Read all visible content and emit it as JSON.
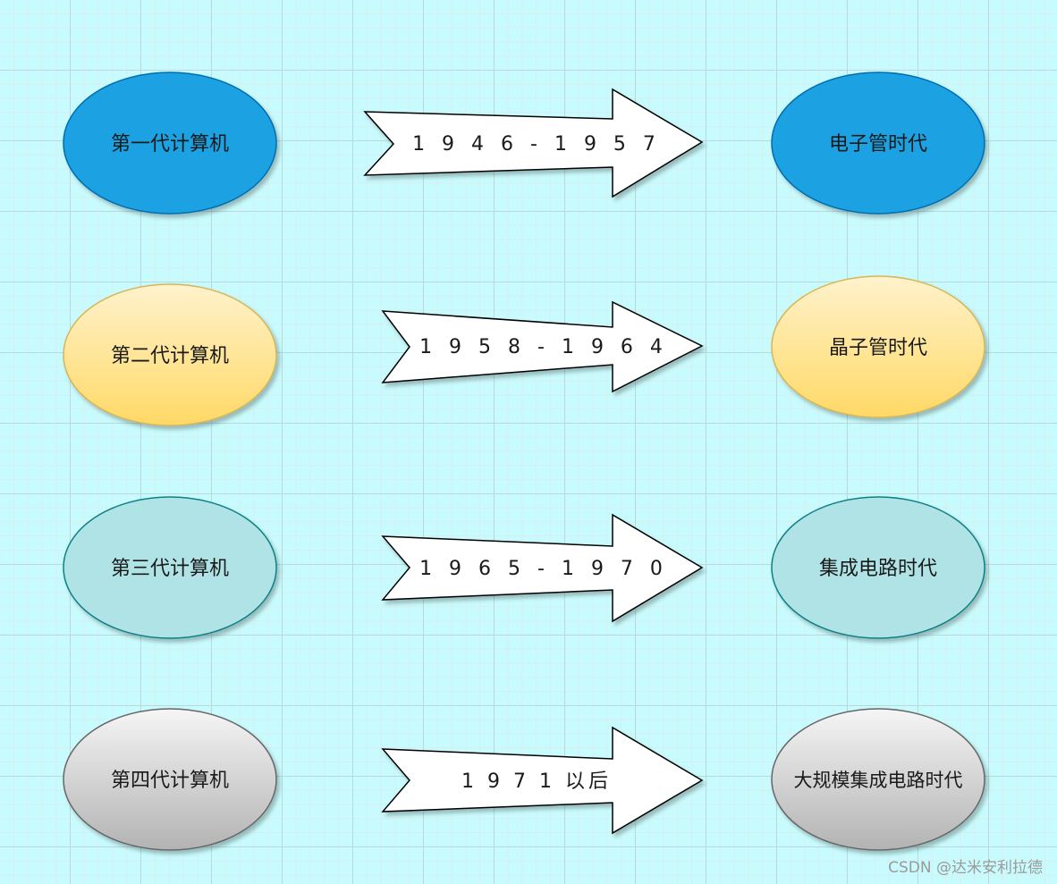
{
  "rows": [
    {
      "generation": "第一代计算机",
      "years": "1 9 4 6 - 1 9 5 7",
      "era": "电子管时代",
      "fill_top": "#1ba1e2",
      "fill_bottom": "#1ba1e2",
      "stroke": "#006eaf"
    },
    {
      "generation": "第二代计算机",
      "years": "1 9 5 8 - 1 9 6 4",
      "era": "晶子管时代",
      "fill_top": "#fff2cc",
      "fill_bottom": "#ffd966",
      "stroke": "#d6b656"
    },
    {
      "generation": "第三代计算机",
      "years": "1 9 6 5 - 1 9 7 0",
      "era": "集成电路时代",
      "fill_top": "#b0e3e6",
      "fill_bottom": "#b0e3e6",
      "stroke": "#0e8088"
    },
    {
      "generation": "第四代计算机",
      "years": "1 9 7 1 以后",
      "era": "大规模集成电路时代",
      "fill_top": "#f5f5f5",
      "fill_bottom": "#b3b3b3",
      "stroke": "#666666"
    }
  ],
  "watermark": "CSDN @达米安利拉德"
}
